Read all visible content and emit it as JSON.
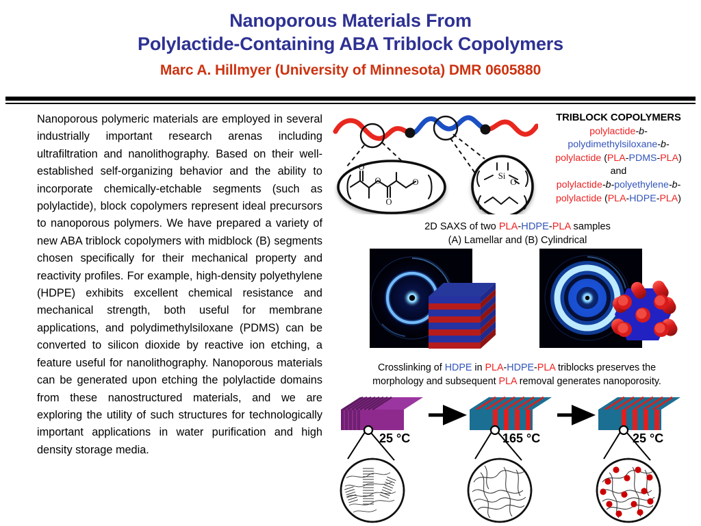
{
  "header": {
    "title_line1": "Nanoporous Materials From",
    "title_line2": "Polylactide-Containing ABA Triblock Copolymers",
    "author_line": "Marc A. Hillmyer (University of Minnesota) DMR 0605880",
    "title_color": "#2e3192",
    "author_color": "#cc3311"
  },
  "abstract": {
    "text": "Nanoporous polymeric materials are employed in several industrially important research arenas including ultrafiltration and nanolithography. Based on their well-established self-organizing behavior and the ability to incorporate chemically-etchable segments (such as polylactide), block copolymers represent ideal precursors to nanoporous polymers. We have prepared a variety of new ABA triblock copolymers with midblock (B) segments chosen specifically for their mechanical property and reactivity profiles. For example, high-density polyethylene (HDPE) exhibits excellent chemical resistance and mechanical strength, both useful for membrane applications, and polydimethylsiloxane (PDMS) can be converted to silicon dioxide by reactive ion etching, a feature useful for nanolithography. Nanoporous materials can be generated upon etching the polylactide domains from these nanostructured materials, and we are exploring the utility of such structures for technologically important applications in water purification and high density storage media."
  },
  "triblock": {
    "heading": "TRIBLOCK COPOLYMERS",
    "line1_a": "polylactide",
    "line1_b": "-b-",
    "line2_a": "polydimethylsiloxane",
    "line2_b": "-b-",
    "line3_a": "polylactide",
    "line3_paren_open": " (",
    "line3_pla1": "PLA",
    "line3_dash1": "-",
    "line3_mid": "PDMS",
    "line3_dash2": "-",
    "line3_pla2": "PLA",
    "line3_paren_close": ")",
    "line4": "and",
    "line5_a": "polylactide",
    "line5_b": "-b-",
    "line5_c": "polyethylene",
    "line5_d": "-b-",
    "line6_a": "polylactide",
    "line6_paren_open": " (",
    "line6_pla1": "PLA",
    "line6_dash1": "-",
    "line6_mid": "HDPE",
    "line6_dash2": "-",
    "line6_pla2": "PLA",
    "line6_paren_close": ")",
    "pla_color": "#ee2222",
    "mid_color": "#3355bb"
  },
  "schematic": {
    "chain_red_label": "PLA-endblock-chain",
    "chain_blue_label": "midblock-chain",
    "bubble_left_label": "polylactide-repeat-unit",
    "bubble_right_label": "siloxane-repeat-unit",
    "si_atom": "Si",
    "o_atom": "O",
    "carbonyl_o1": "O",
    "carbonyl_o2": "O",
    "ester_o": "O",
    "chain_o": "O"
  },
  "saxs": {
    "caption_line1_pre": "2D SAXS of  two ",
    "caption_line1_pla1": "PLA",
    "caption_line1_dash1": "-",
    "caption_line1_hdpe": "HDPE",
    "caption_line1_dash2": "-",
    "caption_line1_pla2": "PLA",
    "caption_line1_post": " samples",
    "caption_line2": "(A) Lamellar and (B) Cylindrical",
    "panelA_name": "lamellar",
    "panelB_name": "cylindrical",
    "lamellar_model_label": "lamellar-stack-model",
    "cylinder_model_label": "hexagonal-cylinder-model",
    "pla_color": "#ee2222",
    "hdpe_color": "#3355bb"
  },
  "crosslink": {
    "line1_pre": "Crosslinking of ",
    "line1_hdpe": "HDPE",
    "line1_mid": " in ",
    "line1_pla1": "PLA",
    "line1_dash1": "-",
    "line1_hdpe2": "HDPE",
    "line1_dash2": "-",
    "line1_pla2": "PLA",
    "line1_post": " triblocks preserves the",
    "line2_pre": "morphology and subsequent ",
    "line2_pla": "PLA",
    "line2_post": " removal generates nanoporosity."
  },
  "process": {
    "step1_temp": "25 °C",
    "step2_temp": "165 °C",
    "step3_temp": "25 °C",
    "step1_block_label": "semicrystalline-block",
    "step2_block_label": "molten-block",
    "step3_block_label": "crosslinked-block",
    "step1_inset_label": "semicrystalline-chains-inset",
    "step2_inset_label": "molten-chains-inset",
    "step3_inset_label": "crosslinked-network-inset",
    "arrow1_label": "process-arrow-1",
    "arrow2_label": "process-arrow-2",
    "crosslink_dot_color": "#cc0000",
    "block1_color": "#8e2a8e",
    "block2_color": "#1b6f92"
  }
}
